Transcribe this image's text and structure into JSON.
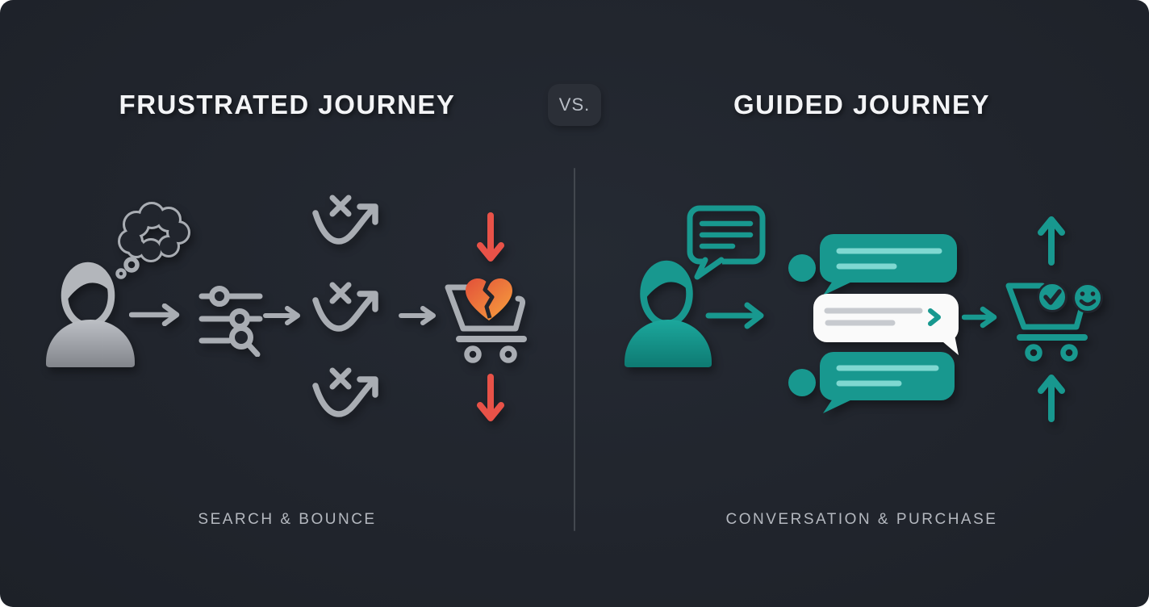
{
  "header": {
    "left_title": "FRUSTRATED JOURNEY",
    "vs_label": "VS.",
    "right_title": "GUIDED JOURNEY"
  },
  "left_flow": {
    "caption": "SEARCH & BOUNCE",
    "icons": [
      "thought-cloud-icon",
      "frustrated-user-icon",
      "arrow-right-icon",
      "filter-search-icon",
      "arrow-right-icon",
      "bounce-chart-icon",
      "bounce-chart-icon",
      "bounce-chart-icon",
      "arrow-right-icon",
      "cart-broken-heart-icon",
      "arrow-down-icon",
      "arrow-down-icon"
    ]
  },
  "right_flow": {
    "caption": "CONVERSATION & PURCHASE",
    "icons": [
      "speech-bubble-icon",
      "guided-user-icon",
      "arrow-right-icon",
      "chat-conversation-icon",
      "arrow-right-icon",
      "cart-success-icon",
      "check-icon",
      "smiley-icon",
      "arrow-up-icon",
      "arrow-up-icon"
    ]
  },
  "colors": {
    "bg": "#21252d",
    "bgLight": "#252a33",
    "bgDark": "#1d2128",
    "divider": "#43484f",
    "grayIcon": "#a9adb3",
    "grayGradTop": "#bdc0c5",
    "grayGradBottom": "#82858b",
    "orangeStart": "#e2503a",
    "orangeEnd": "#f8a33d",
    "red": "#e85248",
    "teal": "#18988f",
    "tealTop": "#1ca89d",
    "tealBottom": "#0e7a72",
    "tealLight": "#7fd8d1",
    "whiteBubble": "#fafafa",
    "grayLine": "#c7cacf",
    "title": "#f3f4f6",
    "caption": "#b4b8bf",
    "vsBg": "#2b2f37",
    "vsText": "#b9bec6"
  }
}
